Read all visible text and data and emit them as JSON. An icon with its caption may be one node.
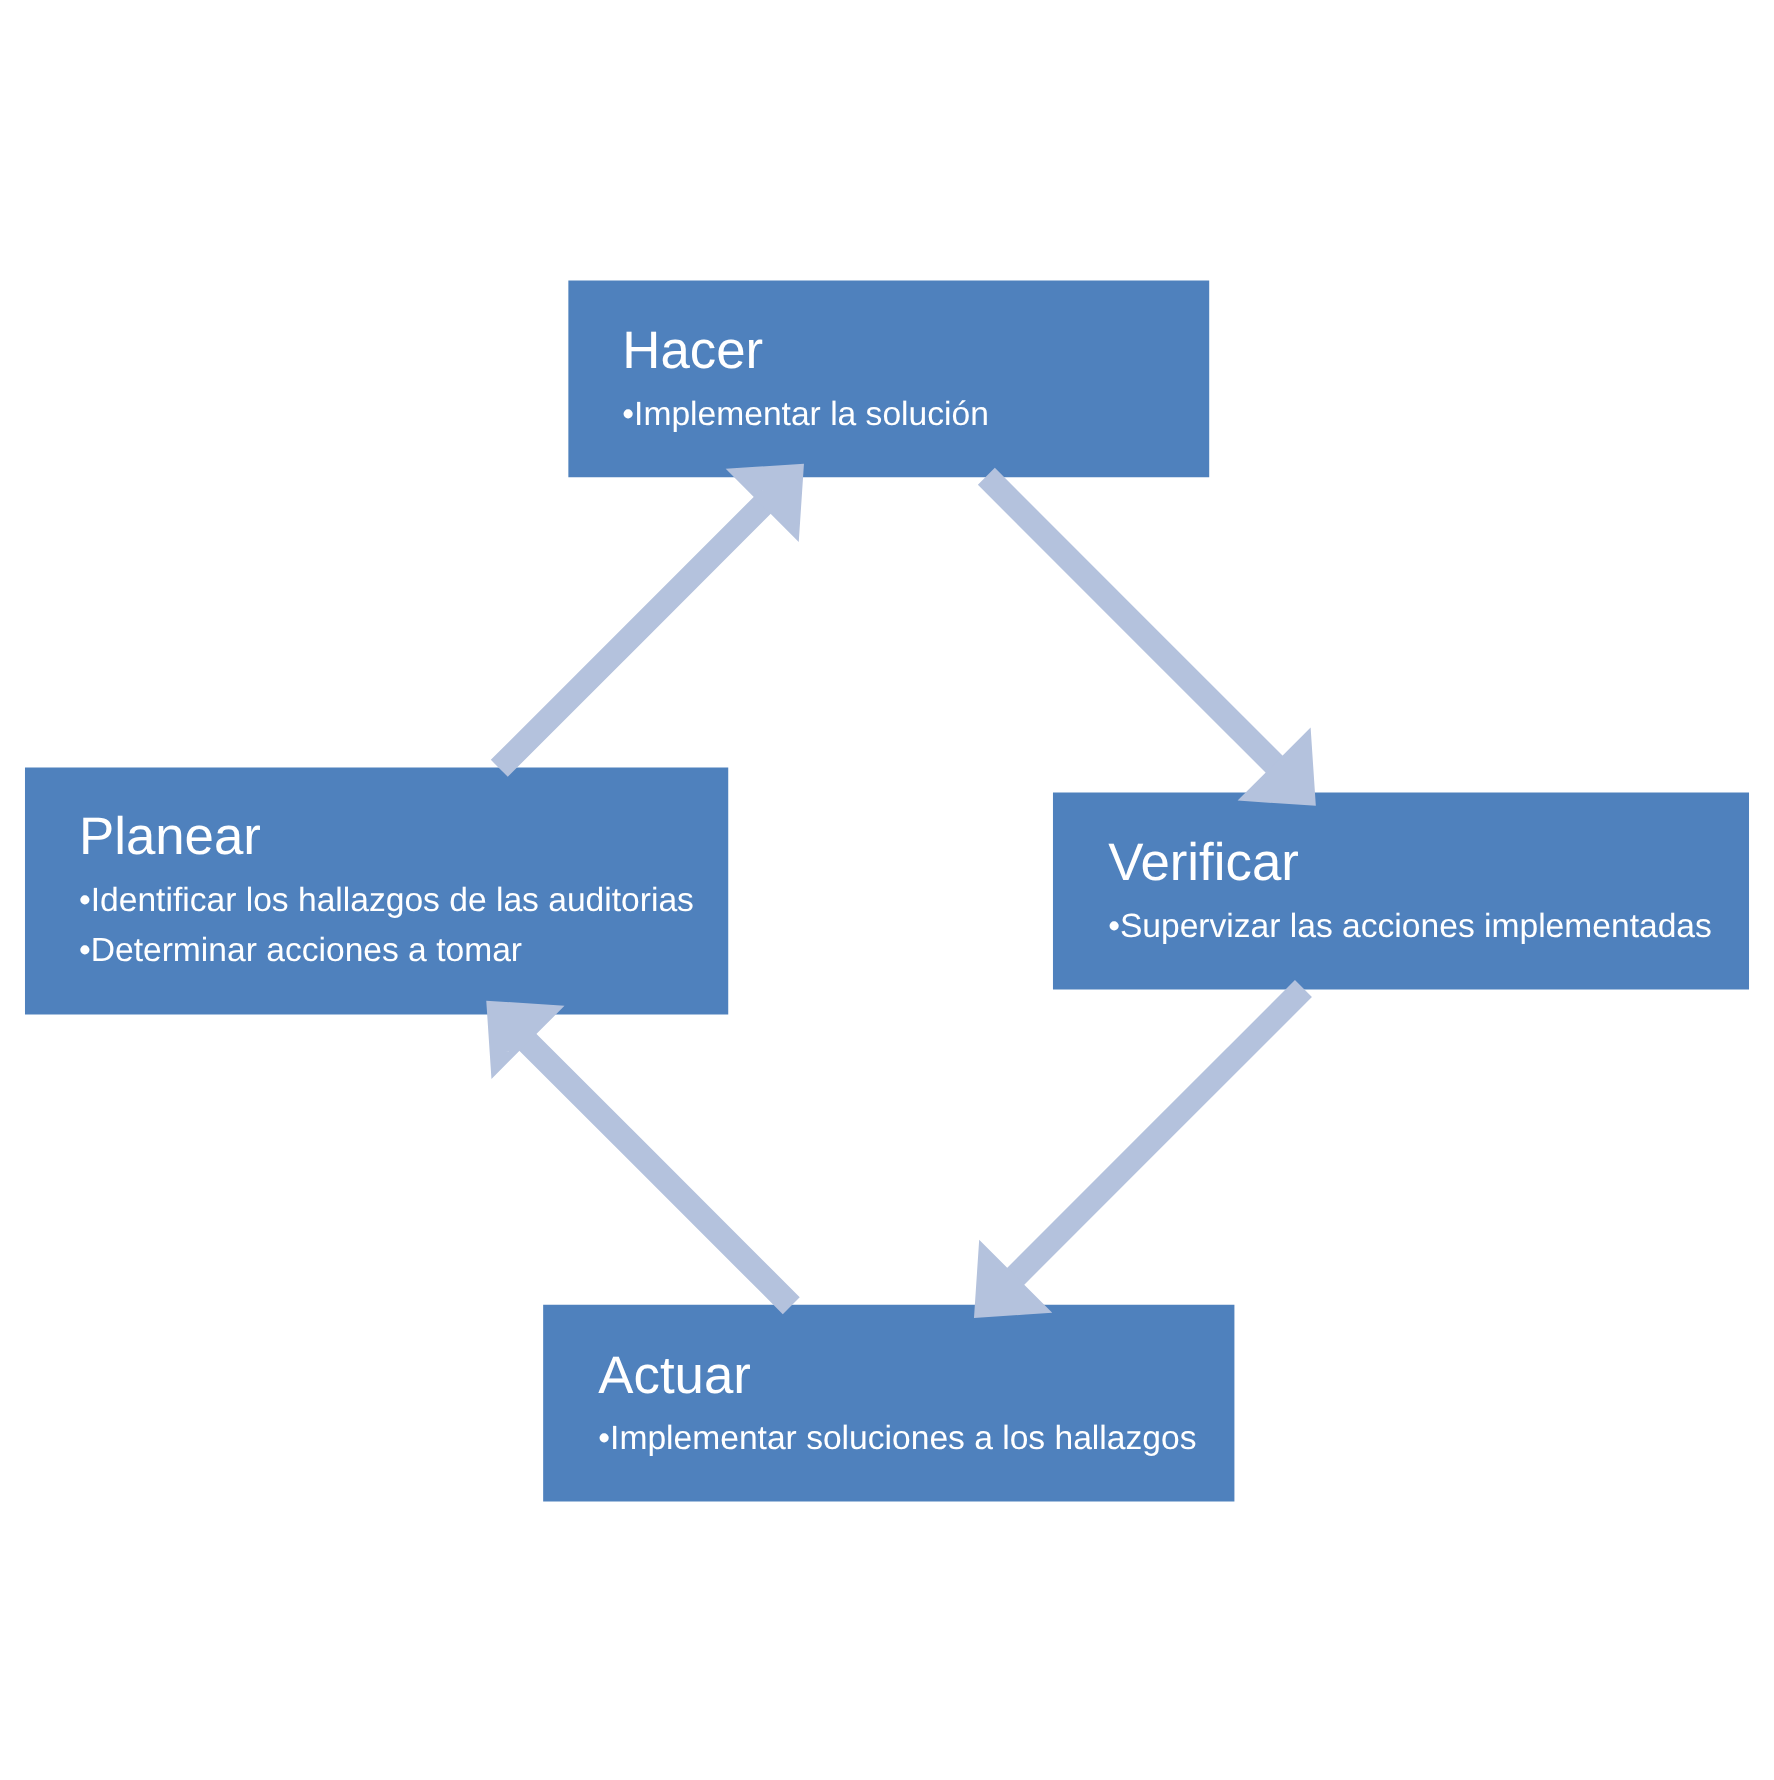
{
  "diagram": {
    "nodes": [
      {
        "text": [
          "Actuar",
          "•Implementar soluciones a los hallazgos"
        ]
      },
      {
        "text": [
          "Planear",
          "•Identificar los hallazgos de las auditorias",
          "•Determinar acciones a tomar"
        ]
      },
      {
        "text": [
          "Verificar",
          "•Supervizar las acciones implementadas"
        ]
      },
      {
        "text": [
          "Hacer",
          "•Implementar la solución"
        ]
      }
    ],
    "edges": [
      {
        "from": 0,
        "to": 1,
        "arrow": "to"
      },
      {
        "from": 1,
        "to": 3,
        "arrow": "to"
      },
      {
        "from": 3,
        "to": 2,
        "arrow": "to"
      },
      {
        "from": 2,
        "to": 0,
        "arrow": "to"
      }
    ]
  }
}
